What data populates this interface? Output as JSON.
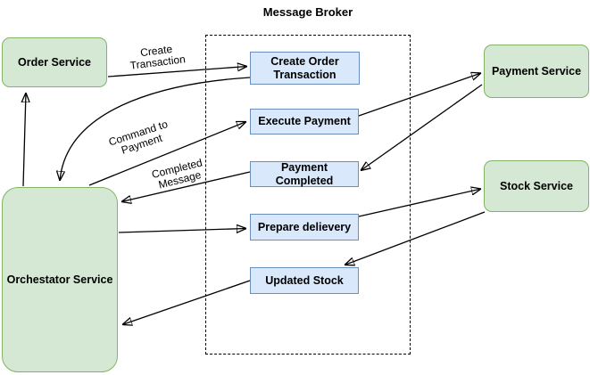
{
  "diagram": {
    "broker": {
      "title": "Message Broker"
    },
    "services": {
      "order": {
        "label": "Order Service"
      },
      "orchestrator": {
        "label": "Orchestator Service"
      },
      "payment": {
        "label": "Payment Service"
      },
      "stock": {
        "label": "Stock Service"
      }
    },
    "queues": {
      "create_order": {
        "label": "Create Order Transaction"
      },
      "execute_payment": {
        "label": "Execute Payment"
      },
      "payment_completed": {
        "label": "Payment Completed"
      },
      "prepare_delivery": {
        "label": "Prepare delievery"
      },
      "updated_stock": {
        "label": "Updated Stock"
      }
    },
    "edges": [
      {
        "from": "Order Service",
        "to": "Create Order Transaction",
        "label": "Create Transaction"
      },
      {
        "from": "Create Order Transaction",
        "to": "Orchestator Service",
        "label": ""
      },
      {
        "from": "Orchestator Service",
        "to": "Execute Payment",
        "label": "Command to Payment"
      },
      {
        "from": "Payment Completed",
        "to": "Orchestator Service",
        "label": "Completed Message"
      },
      {
        "from": "Orchestator Service",
        "to": "Prepare delievery",
        "label": ""
      },
      {
        "from": "Updated Stock",
        "to": "Orchestator Service",
        "label": ""
      },
      {
        "from": "Execute Payment",
        "to": "Payment Service",
        "label": ""
      },
      {
        "from": "Payment Service",
        "to": "Payment Completed",
        "label": ""
      },
      {
        "from": "Prepare delievery",
        "to": "Stock Service",
        "label": ""
      },
      {
        "from": "Stock Service",
        "to": "Updated Stock",
        "label": ""
      },
      {
        "from": "Orchestator Service",
        "to": "Order Service",
        "label": ""
      }
    ],
    "colors": {
      "service_fill": "#d5e8d4",
      "service_border": "#82b366",
      "queue_fill": "#dae8fc",
      "queue_border": "#6c8ebf",
      "edge": "#000000",
      "background": "#ffffff"
    }
  }
}
